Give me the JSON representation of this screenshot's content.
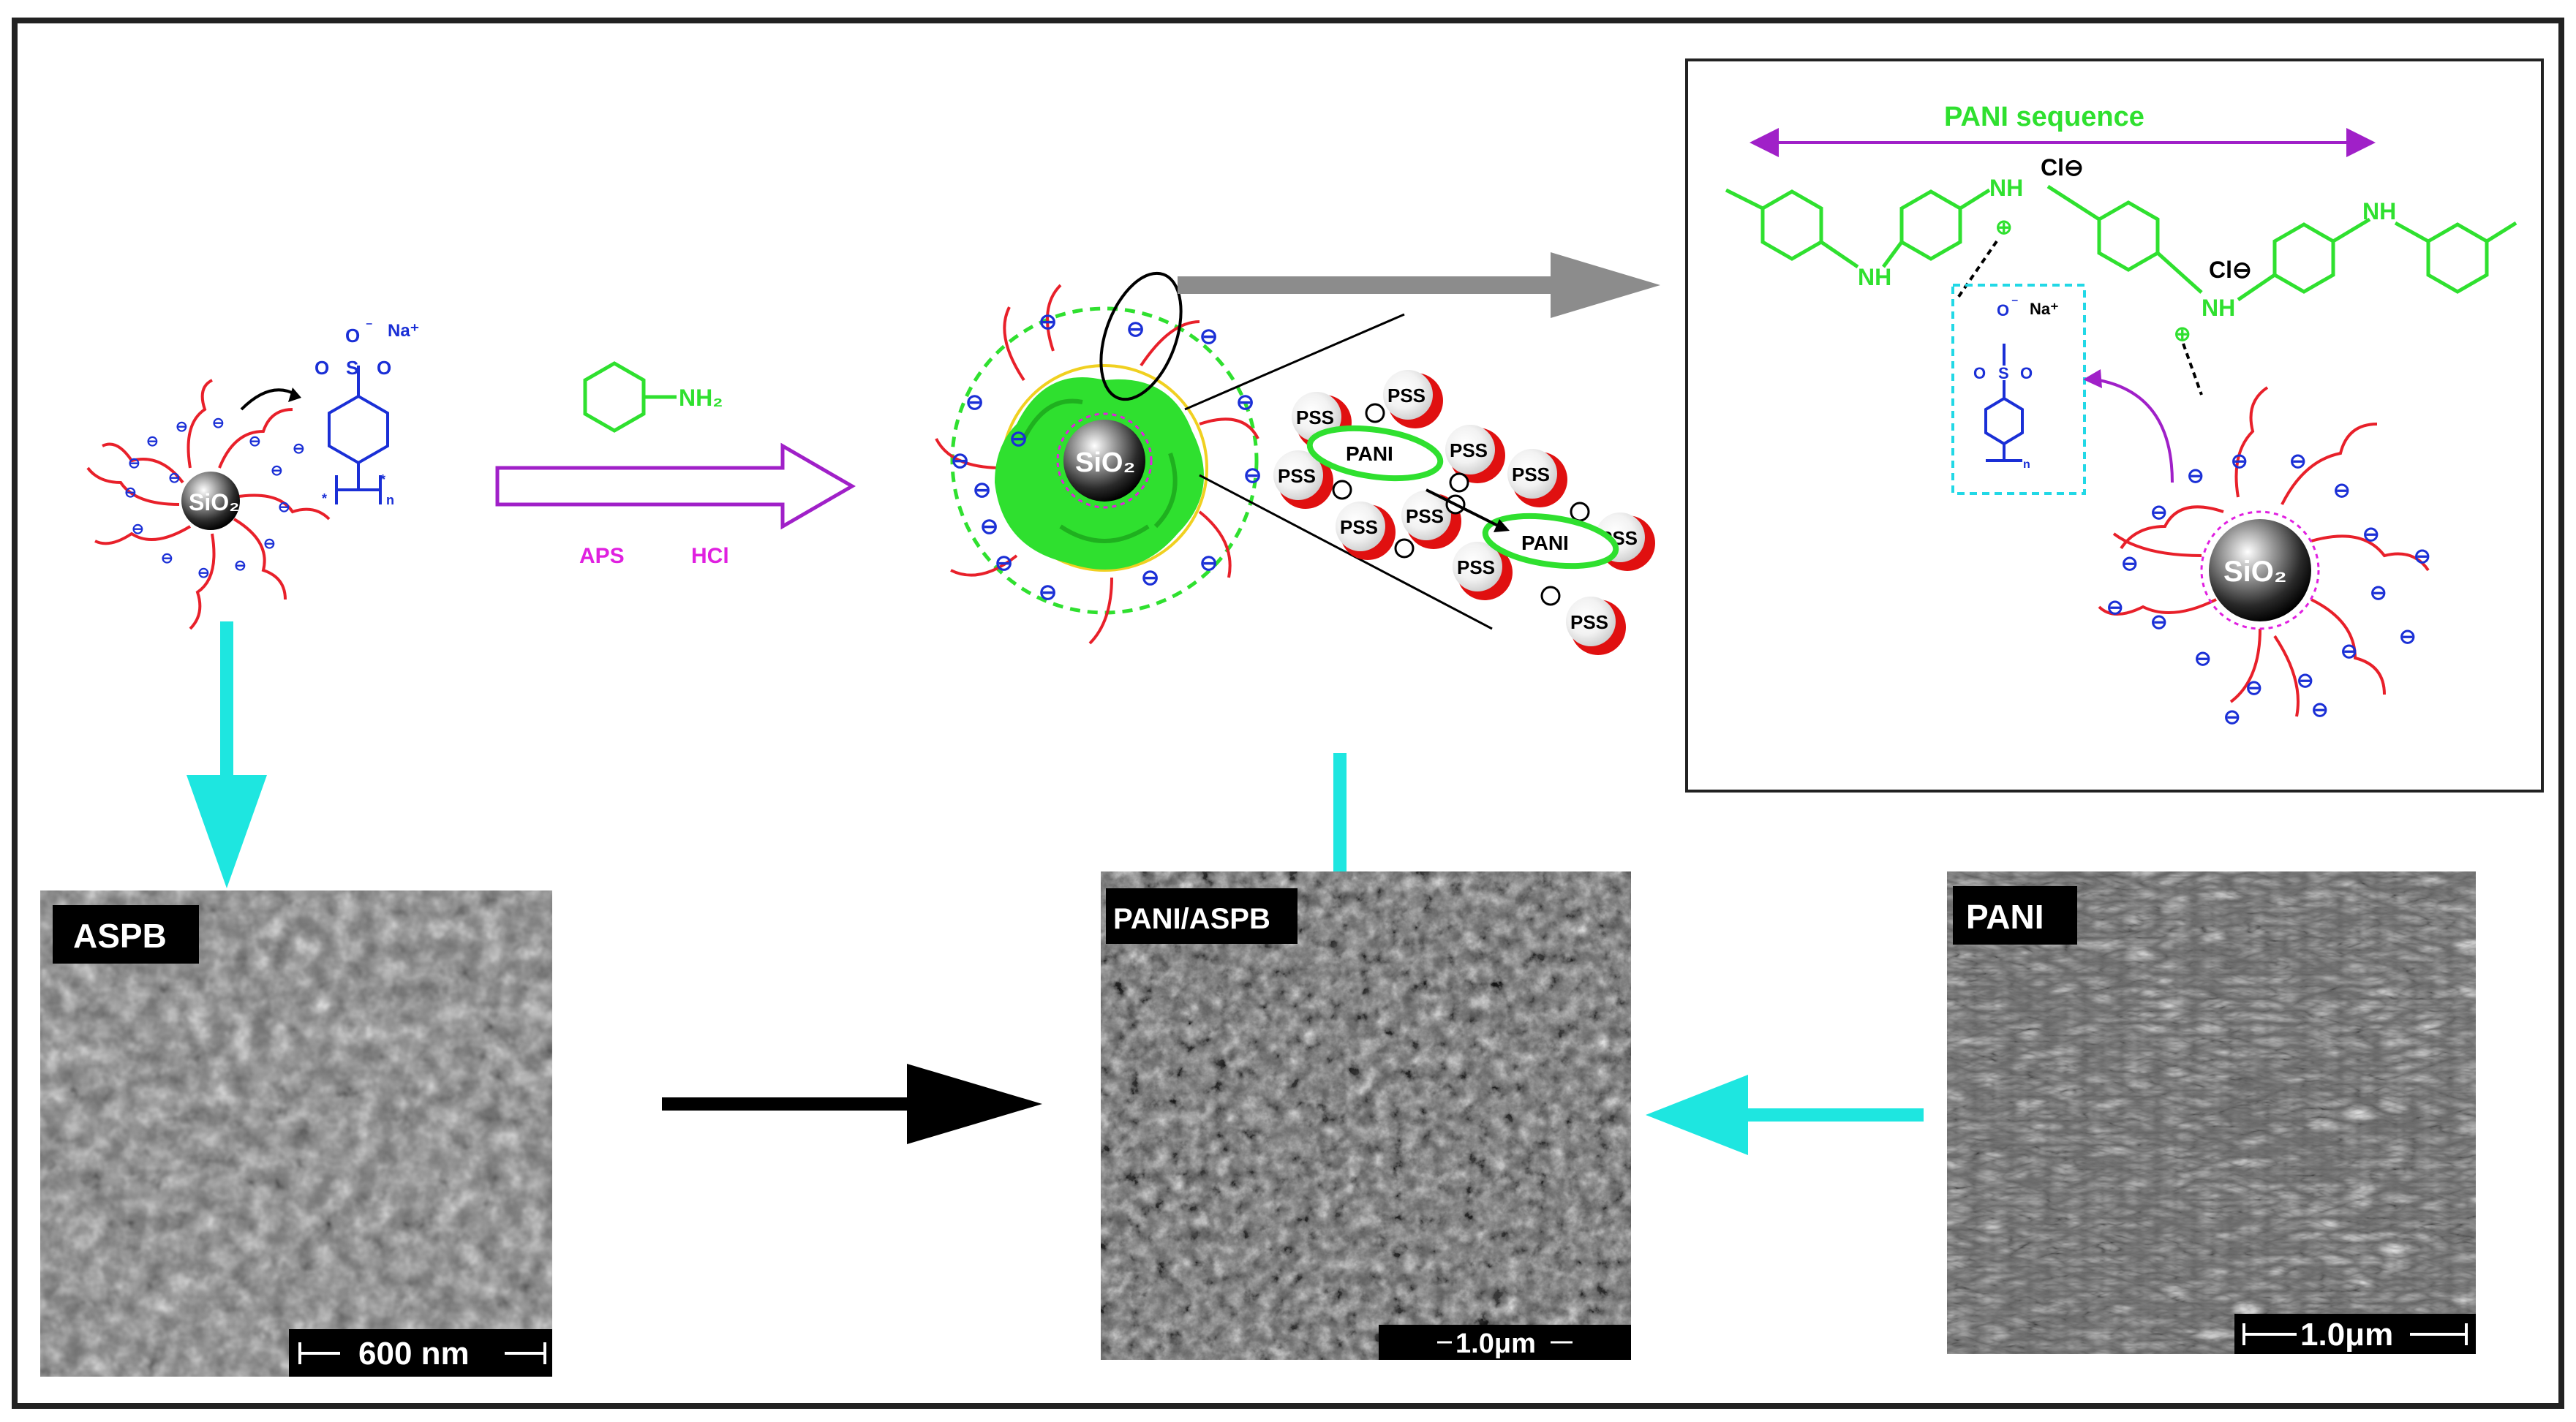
{
  "labels": {
    "na_plus": "Na⁺",
    "nh2": "NH₂",
    "aps": "APS",
    "hcl": "HCl",
    "sio2": "SiO₂",
    "pss": "PSS",
    "pani": "PANI",
    "pani_sequence": "PANI sequence",
    "nh": "NH",
    "cl_minus": "Cl⊖",
    "plus": "⊕",
    "minus": "⊖"
  },
  "panels": {
    "aspb": {
      "label": "ASPB",
      "scale": "600 nm"
    },
    "pani_aspb": {
      "label": "PANI/ASPB",
      "scale": "1.0μm"
    },
    "pani": {
      "label": "PANI",
      "scale": "1.0μm"
    }
  },
  "colors": {
    "polymer_chain": "#e8202a",
    "sulfonate": "#1a2fd6",
    "pani_green": "#2fe02f",
    "arrow_cyan": "#1ee6e0",
    "arrow_purple": "#a020c8",
    "magenta_text": "#e020e0",
    "pss_red": "#e01010",
    "gray_arrow": "#8c8c8c"
  }
}
